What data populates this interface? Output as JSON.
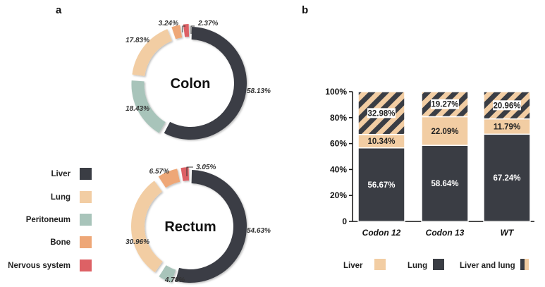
{
  "panels": {
    "a": "a",
    "b": "b"
  },
  "legend_a": [
    {
      "label": "Liver",
      "color": "#3a3d44"
    },
    {
      "label": "Lung",
      "color": "#f2cda3"
    },
    {
      "label": "Peritoneum",
      "color": "#a8c4ba"
    },
    {
      "label": "Bone",
      "color": "#eea777"
    },
    {
      "label": "Nervous system",
      "color": "#dd6165"
    }
  ],
  "legend_b": {
    "liver": "Liver",
    "lung": "Lung",
    "liver_and_lung": "Liver and lung"
  },
  "chart_data": [
    {
      "type": "pie",
      "title": "Colon",
      "slices": [
        {
          "name": "Liver",
          "value": 58.13,
          "label": "58.13%"
        },
        {
          "name": "Peritoneum",
          "value": 18.43,
          "label": "18.43%"
        },
        {
          "name": "Lung",
          "value": 17.83,
          "label": "17.83%"
        },
        {
          "name": "Bone",
          "value": 3.24,
          "label": "3.24%"
        },
        {
          "name": "Nervous system",
          "value": 2.37,
          "label": "2.37%"
        }
      ]
    },
    {
      "type": "pie",
      "title": "Rectum",
      "slices": [
        {
          "name": "Liver",
          "value": 54.63,
          "label": "54.63%"
        },
        {
          "name": "Peritoneum",
          "value": 4.78,
          "label": "4.78%"
        },
        {
          "name": "Lung",
          "value": 30.96,
          "label": "30.96%"
        },
        {
          "name": "Bone",
          "value": 6.57,
          "label": "6.57%"
        },
        {
          "name": "Nervous system",
          "value": 3.05,
          "label": "3.05%"
        }
      ]
    },
    {
      "type": "bar",
      "stacked": true,
      "categories": [
        "Codon 12",
        "Codon 13",
        "WT"
      ],
      "yticks": [
        "0",
        "20%",
        "40%",
        "60%",
        "80%",
        "100%"
      ],
      "ylim": [
        0,
        100
      ],
      "series": [
        {
          "name": "Liver",
          "values": [
            56.67,
            58.64,
            67.24
          ],
          "labels": [
            "56.67%",
            "58.64%",
            "67.24%"
          ],
          "color": "#3a3d44"
        },
        {
          "name": "Lung",
          "values": [
            10.34,
            22.09,
            11.79
          ],
          "labels": [
            "10.34%",
            "22.09%",
            "11.79%"
          ],
          "color": "#f2cda3"
        },
        {
          "name": "Liver and lung",
          "values": [
            32.98,
            19.27,
            20.96
          ],
          "labels": [
            "32.98%",
            "19.27%",
            "20.96%"
          ],
          "pattern": "hatched"
        }
      ]
    }
  ]
}
